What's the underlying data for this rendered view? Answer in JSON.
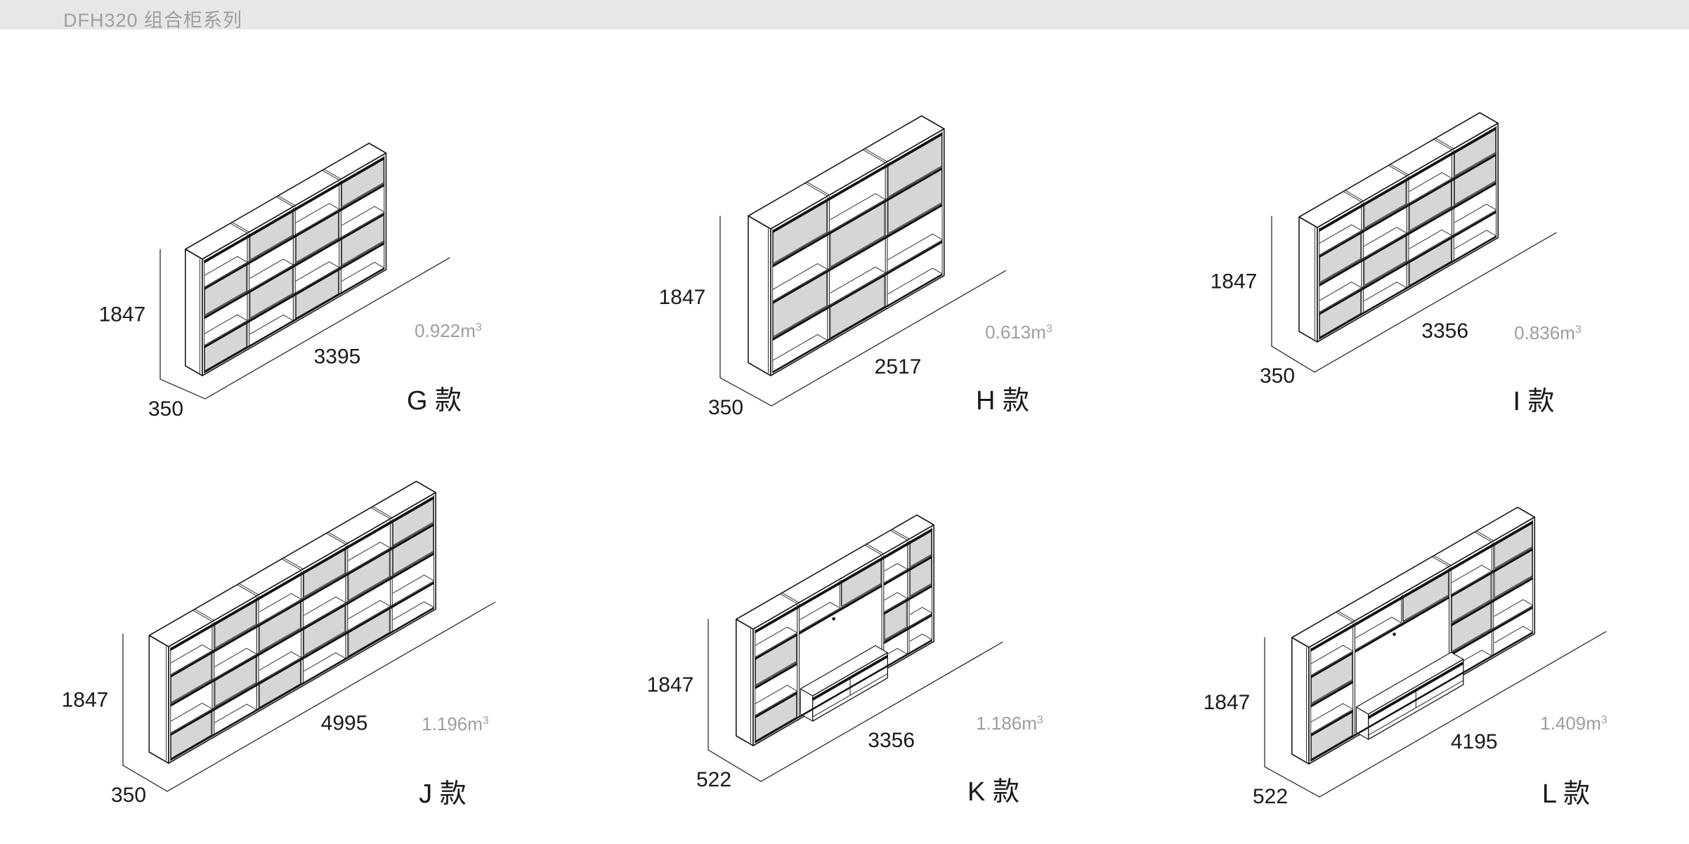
{
  "header": {
    "title": "DFH320 组合柜系列"
  },
  "cabinets": [
    {
      "model": "G",
      "label": "G 款",
      "height": "1847",
      "width": "3395",
      "depth": "350",
      "volume_value": "0.922m",
      "volume_exp": "3"
    },
    {
      "model": "H",
      "label": "H 款",
      "height": "1847",
      "width": "2517",
      "depth": "350",
      "volume_value": "0.613m",
      "volume_exp": "3"
    },
    {
      "model": "I",
      "label": "I 款",
      "height": "1847",
      "width": "3356",
      "depth": "350",
      "volume_value": "0.836m",
      "volume_exp": "3"
    },
    {
      "model": "J",
      "label": "J 款",
      "height": "1847",
      "width": "4995",
      "depth": "350",
      "volume_value": "1.196m",
      "volume_exp": "3"
    },
    {
      "model": "K",
      "label": "K 款",
      "height": "1847",
      "width": "3356",
      "depth": "522",
      "volume_value": "1.186m",
      "volume_exp": "3"
    },
    {
      "model": "L",
      "label": "L 款",
      "height": "1847",
      "width": "4195",
      "depth": "522",
      "volume_value": "1.409m",
      "volume_exp": "3"
    }
  ]
}
